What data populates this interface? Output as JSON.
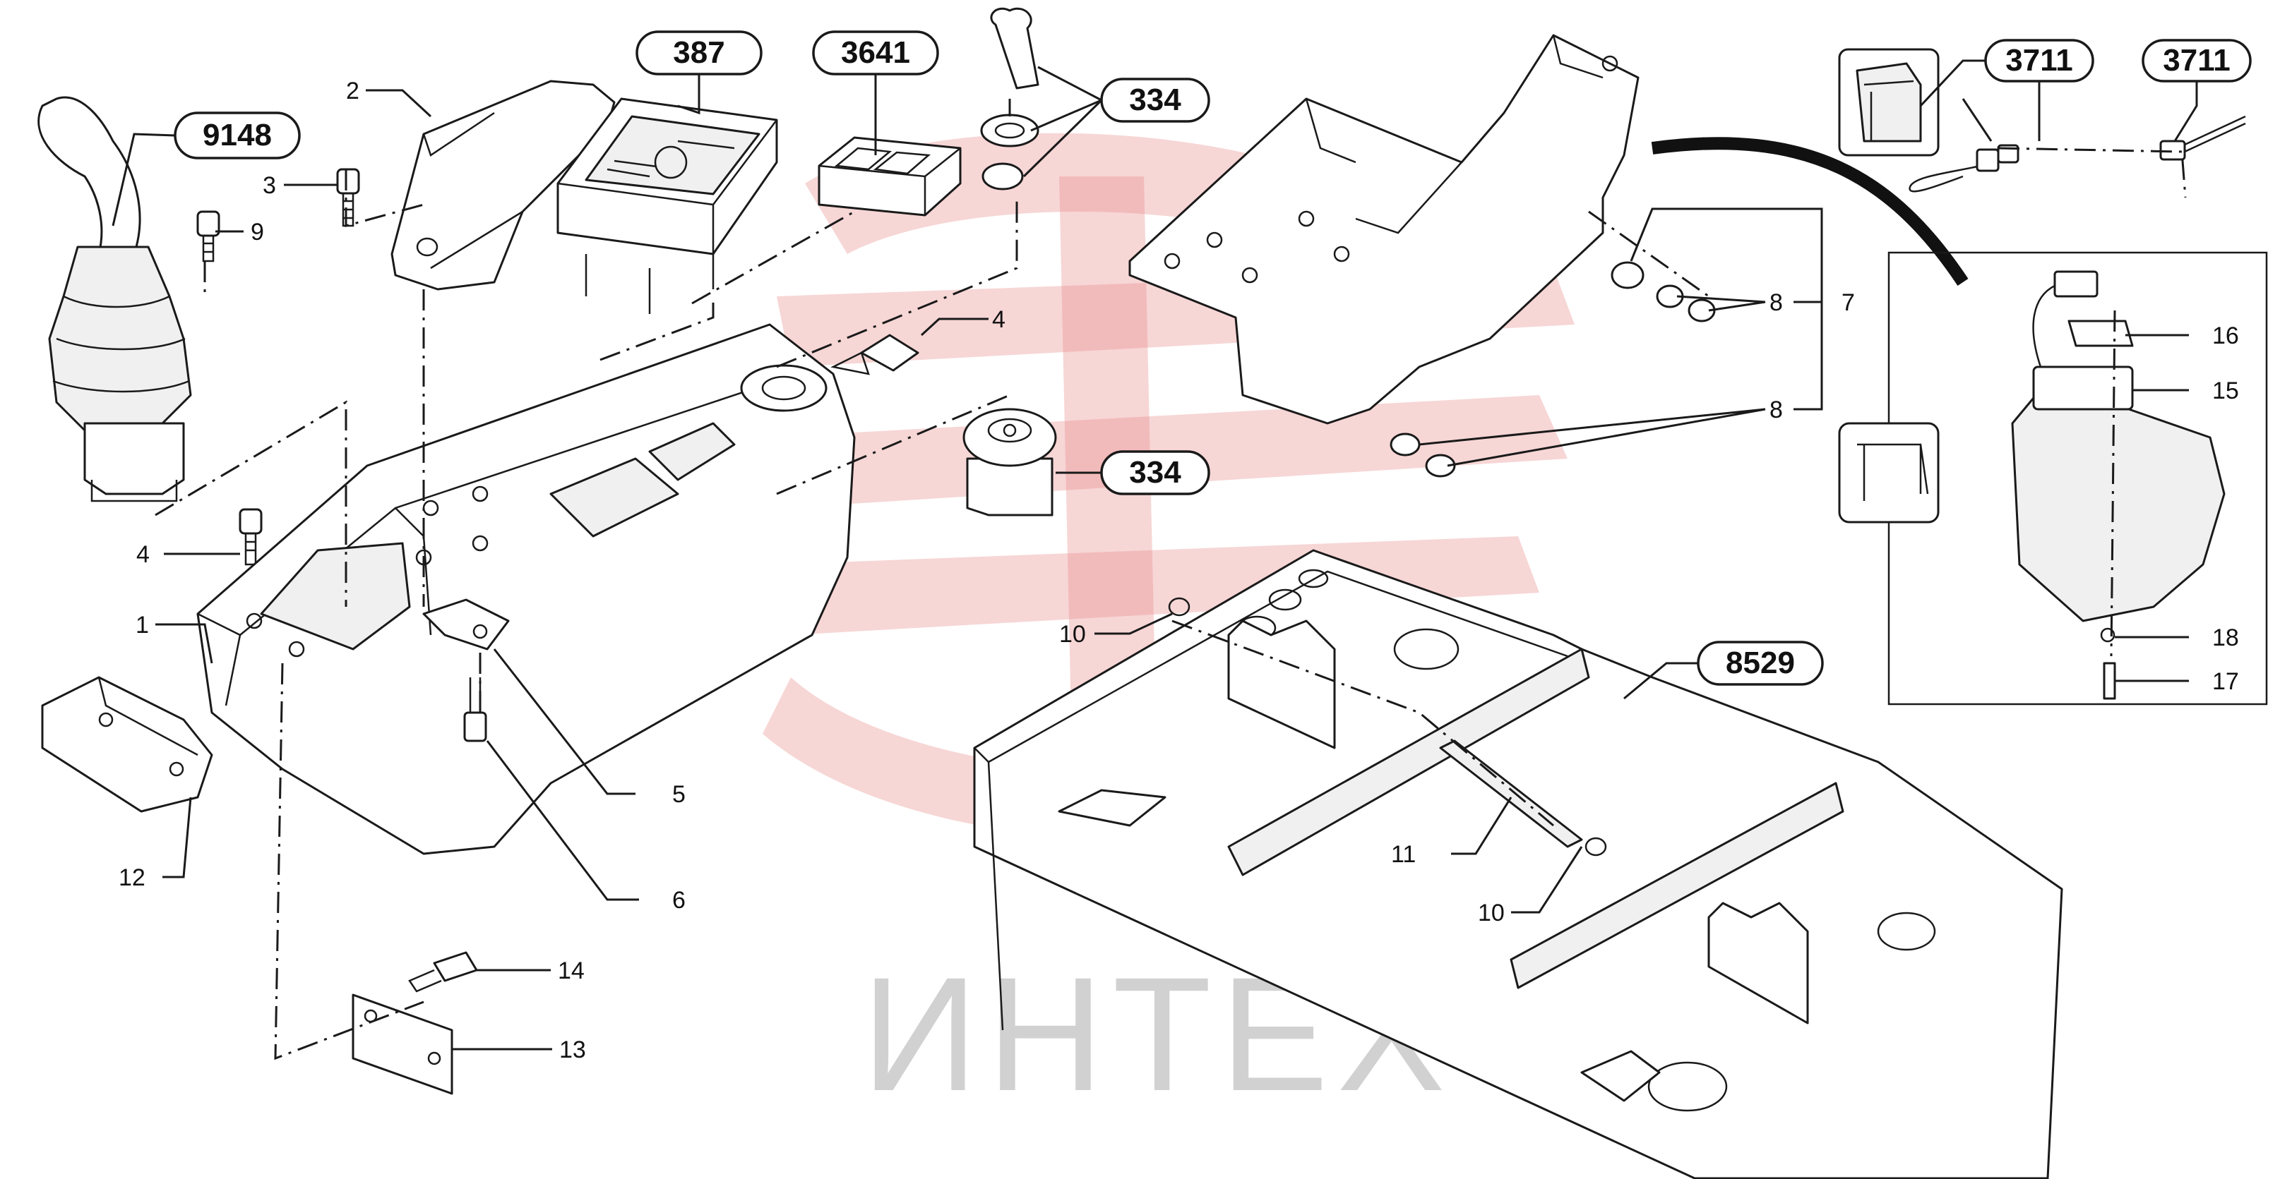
{
  "watermark": {
    "text": "ИНТЕХ",
    "color": "#e88a8a"
  },
  "callouts": [
    {
      "id": "c1",
      "label": "1"
    },
    {
      "id": "c2",
      "label": "2"
    },
    {
      "id": "c3",
      "label": "3"
    },
    {
      "id": "c4a",
      "label": "4"
    },
    {
      "id": "c4b",
      "label": "4"
    },
    {
      "id": "c5",
      "label": "5"
    },
    {
      "id": "c6",
      "label": "6"
    },
    {
      "id": "c7",
      "label": "7"
    },
    {
      "id": "c8a",
      "label": "8"
    },
    {
      "id": "c8b",
      "label": "8"
    },
    {
      "id": "c9",
      "label": "9"
    },
    {
      "id": "c10a",
      "label": "10"
    },
    {
      "id": "c10b",
      "label": "10"
    },
    {
      "id": "c11",
      "label": "11"
    },
    {
      "id": "c12",
      "label": "12"
    },
    {
      "id": "c13",
      "label": "13"
    },
    {
      "id": "c14",
      "label": "14"
    },
    {
      "id": "c15",
      "label": "15"
    },
    {
      "id": "c16",
      "label": "16"
    },
    {
      "id": "c17",
      "label": "17"
    },
    {
      "id": "c18",
      "label": "18"
    }
  ],
  "references": [
    {
      "id": "r9148",
      "label": "9148"
    },
    {
      "id": "r387",
      "label": "387"
    },
    {
      "id": "r3641",
      "label": "3641"
    },
    {
      "id": "r334a",
      "label": "334"
    },
    {
      "id": "r334b",
      "label": "334"
    },
    {
      "id": "r3711a",
      "label": "3711"
    },
    {
      "id": "r3711b",
      "label": "3711"
    },
    {
      "id": "r8529",
      "label": "8529"
    }
  ]
}
